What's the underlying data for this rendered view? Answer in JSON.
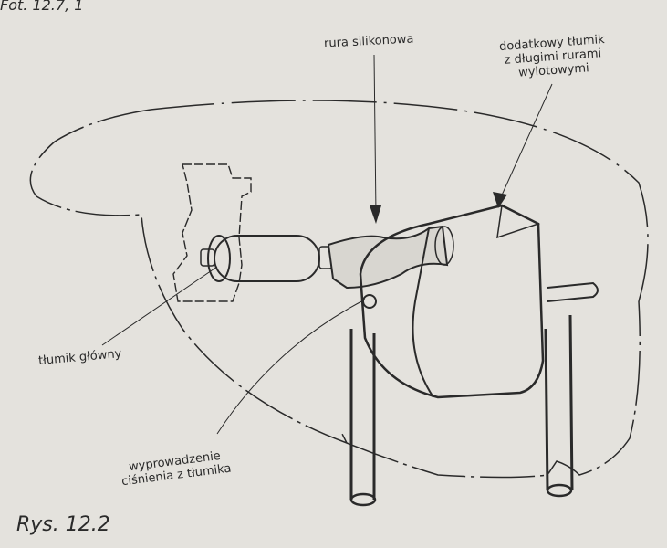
{
  "header": {
    "photo_ref": "Fot. 12.7, 1"
  },
  "labels": {
    "silicone_pipe": "rura silikonowa",
    "extra_muffler": [
      "dodatkowy tłumik",
      "z długimi rurami",
      "wylotowymi"
    ],
    "main_muffler": "tłumik główny",
    "pressure_outlet": [
      "wyprowadzenie",
      "ciśnienia z tłumika"
    ]
  },
  "caption": "Rys. 12.2"
}
